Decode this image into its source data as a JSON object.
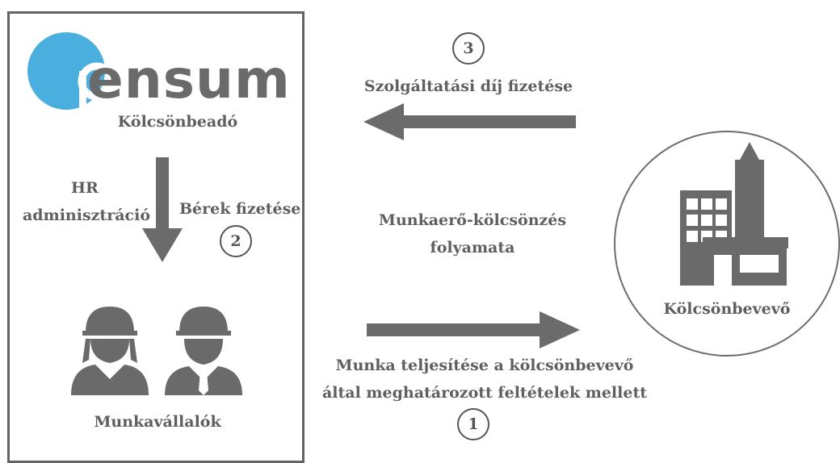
{
  "logo": {
    "text": "ensum",
    "brand_color": "#4aaedf",
    "letter_color": "#6a6a6a"
  },
  "lender": {
    "label": "Kölcsönbeadó"
  },
  "step3": {
    "number": "3",
    "label": "Szolgáltatási díj fizetése"
  },
  "hr": {
    "line1": "HR",
    "line2": "adminisztráció"
  },
  "step2": {
    "number": "2",
    "label": "Bérek fizetése"
  },
  "process": {
    "line1": "Munkaerő-kölcsönzés",
    "line2": "folyamata"
  },
  "borrower": {
    "label": "Kölcsönbevevő",
    "icon": "building-icon"
  },
  "workers": {
    "label": "Munkavállalók",
    "icons": [
      "female-worker-icon",
      "male-worker-icon"
    ]
  },
  "step1": {
    "number": "1",
    "line1": "Munka teljesítése a kölcsönbevevő",
    "line2": "által meghatározott  feltételek mellett"
  },
  "colors": {
    "arrow": "#6b6b6b",
    "icon": "#6a6a6a",
    "text": "#5f5f5f"
  }
}
